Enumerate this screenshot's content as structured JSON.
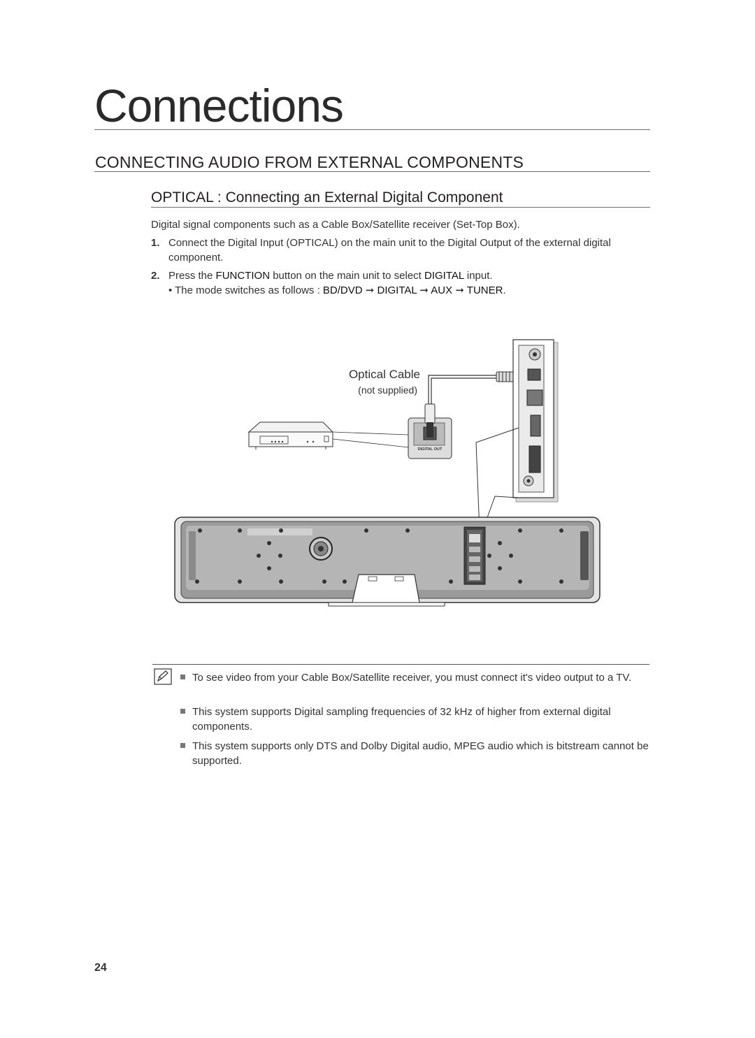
{
  "chapter": {
    "title": "Connections"
  },
  "section": {
    "title": "CONNECTING AUDIO FROM EXTERNAL COMPONENTS"
  },
  "subsection": {
    "title": "OPTICAL : Connecting an External Digital Component"
  },
  "intro": "Digital signal components such as a Cable Box/Satellite receiver (Set-Top Box).",
  "steps": [
    {
      "num": "1.",
      "text": "Connect the Digital Input (OPTICAL) on the main unit to the Digital Output of the external digital component."
    },
    {
      "num": "2.",
      "text_a": "Press the ",
      "text_b": "FUNCTION",
      "text_c": " button on the main unit to select ",
      "text_d": "DIGITAL",
      "text_e": " input."
    }
  ],
  "mode_line": {
    "prefix": "• The mode switches as follows : ",
    "modes": [
      "BD/DVD",
      "DIGITAL",
      "AUX",
      "TUNER"
    ],
    "arrow": "➞",
    "suffix": "."
  },
  "diagram": {
    "cable_label": "Optical Cable",
    "supplied_label": "(not supplied)",
    "digital_out_label": "DIGITAL OUT"
  },
  "notes": [
    "To see video from your Cable Box/Satellite receiver, you must connect it's video output to a TV.",
    "This system supports Digital sampling frequencies of 32 kHz of higher from external digital components.",
    "This system supports only DTS and Dolby Digital audio, MPEG audio which is bitstream cannot be supported."
  ],
  "page_number": "24"
}
